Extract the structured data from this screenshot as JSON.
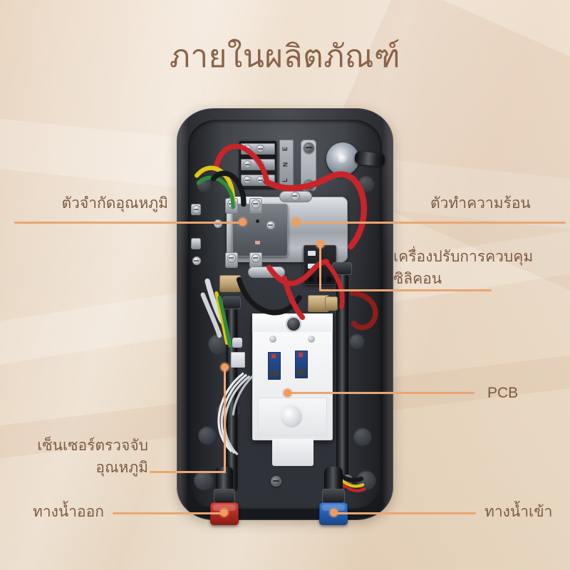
{
  "page": {
    "title": "ภายในผลิตภัณฑ์",
    "background_color": "#ecdcca",
    "title_color": "#8a6348",
    "accent_color": "#e9a673",
    "marker_color": "#ef9c5f",
    "label_color": "#7d5a41"
  },
  "callouts": [
    {
      "id": "thermal-limiter",
      "label": "ตัวจำกัดอุณหภูมิ",
      "side": "left",
      "lines": 1
    },
    {
      "id": "heating-element",
      "label": "ตัวทำความร้อน",
      "side": "right",
      "lines": 1
    },
    {
      "id": "silicon-control-regulator",
      "label_line1": "เครื่องปรับการควบคุม",
      "label_line2": "ซิลิคอน",
      "side": "right",
      "lines": 2
    },
    {
      "id": "pcb",
      "label": "PCB",
      "side": "right",
      "lines": 1
    },
    {
      "id": "temperature-sensor",
      "label_line1": "เซ็นเซอร์ตรวจจับ",
      "label_line2": "อุณหภูมิ",
      "side": "left",
      "lines": 2
    },
    {
      "id": "water-outlet",
      "label": "ทางน้ำออก",
      "side": "left",
      "lines": 1,
      "fitting_color": "#b22d22"
    },
    {
      "id": "water-inlet",
      "label": "ทางน้ำเข้า",
      "side": "right",
      "lines": 1,
      "fitting_color": "#2460b4"
    }
  ],
  "device": {
    "terminal_markings": [
      "E",
      "N",
      "L"
    ],
    "casing_color": "#18191c",
    "cavity_color": "#3b3e44"
  }
}
